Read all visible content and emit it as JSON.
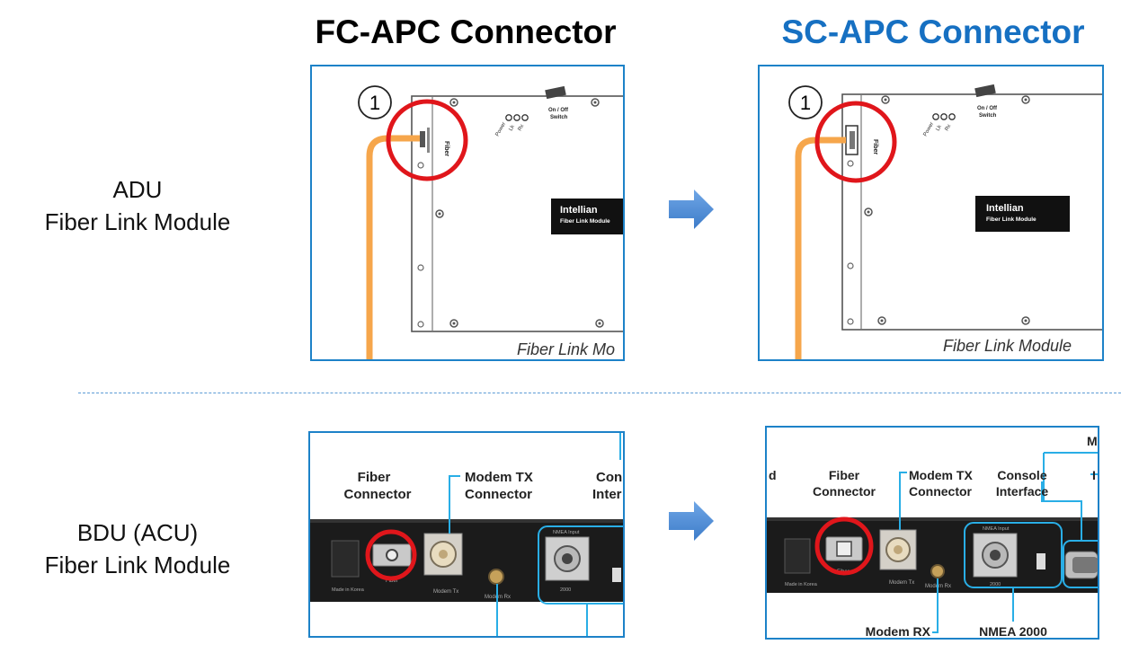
{
  "headers": {
    "fc_apc": "FC-APC Connector",
    "sc_apc": "SC-APC Connector",
    "fc_color": "#000000",
    "sc_color": "#1670c2"
  },
  "rows": {
    "adu": {
      "line1": "ADU",
      "line2": "Fiber Link Module"
    },
    "bdu": {
      "line1": "BDU (ACU)",
      "line2": "Fiber Link Module"
    }
  },
  "adu_panels": {
    "step": "1",
    "fiber_port": "Fiber",
    "leds": [
      "Power",
      "Lk",
      "Rx"
    ],
    "switch": [
      "On / Off",
      "Switch"
    ],
    "brand": "Intellian",
    "brand_sub": "Fiber Link Module",
    "caption_fc": "Fiber Link Mo",
    "caption_sc": "Fiber Link Module"
  },
  "bdu_fc": {
    "callouts": {
      "fiber": [
        "Fiber",
        "Connector"
      ],
      "modem_tx": [
        "Modem TX",
        "Connector"
      ],
      "console_partial": [
        "Con",
        "Inter"
      ]
    },
    "rear_labels": [
      "Fiber",
      "Modem Tx",
      "Modem Rx",
      "Made in Korea",
      "NMEA Input",
      "2000"
    ]
  },
  "bdu_sc": {
    "callouts": {
      "left_partial": "d",
      "fiber": [
        "Fiber",
        "Connector"
      ],
      "modem_tx": [
        "Modem TX",
        "Connector"
      ],
      "console": [
        "Console",
        "Interface"
      ],
      "top_partial": "M",
      "right_partial": "I",
      "modem_rx": "Modem RX",
      "nmea": "NMEA 2000"
    },
    "rear_labels": [
      "Fiber",
      "Modem Tx",
      "Modem Rx",
      "Made in Korea",
      "NMEA Input",
      "2000"
    ]
  },
  "colors": {
    "accent_blue": "#1d82c8",
    "callout_line": "#29aee6",
    "highlight_red": "#e0161b",
    "fiber_orange": "#f6a64b",
    "arrow_blue": "#4f8ed6"
  }
}
